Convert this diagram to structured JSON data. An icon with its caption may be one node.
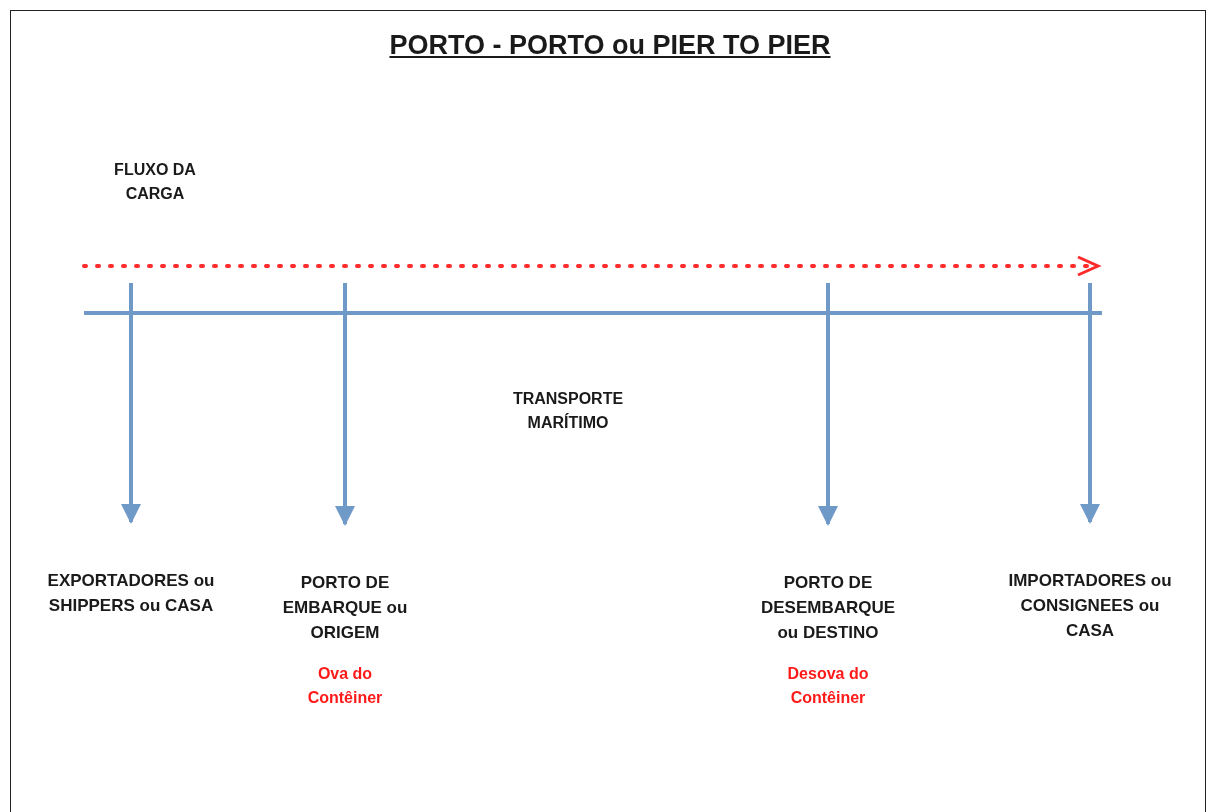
{
  "diagram": {
    "title": "PORTO - PORTO ou PIER TO PIER",
    "nodes": [
      {
        "text": [
          "EXPORTADORES ou SHIPPERS ou CASA"
        ]
      },
      {
        "text": [
          "PORTO DE EMBARQUE ou ORIGEM"
        ],
        "beside": [
          "Ova do Contêiner"
        ]
      },
      {
        "text": [
          "PORTO DE DESEMBARQUE ou DESTINO"
        ],
        "beside": [
          "Desova do Contêiner"
        ]
      },
      {
        "text": [
          "IMPORTADORES ou CONSIGNEES ou CASA"
        ]
      }
    ],
    "edges": [
      {
        "from": null,
        "to": 0,
        "arrow": "to"
      },
      {
        "from": null,
        "to": 1,
        "arrow": "to"
      },
      {
        "from": null,
        "to": 2,
        "arrow": "to"
      },
      {
        "from": null,
        "to": 3,
        "arrow": "to"
      }
    ],
    "labels": [
      "FLUXO DA CARGA",
      "TRANSPORTE MARÍTIMO"
    ]
  }
}
